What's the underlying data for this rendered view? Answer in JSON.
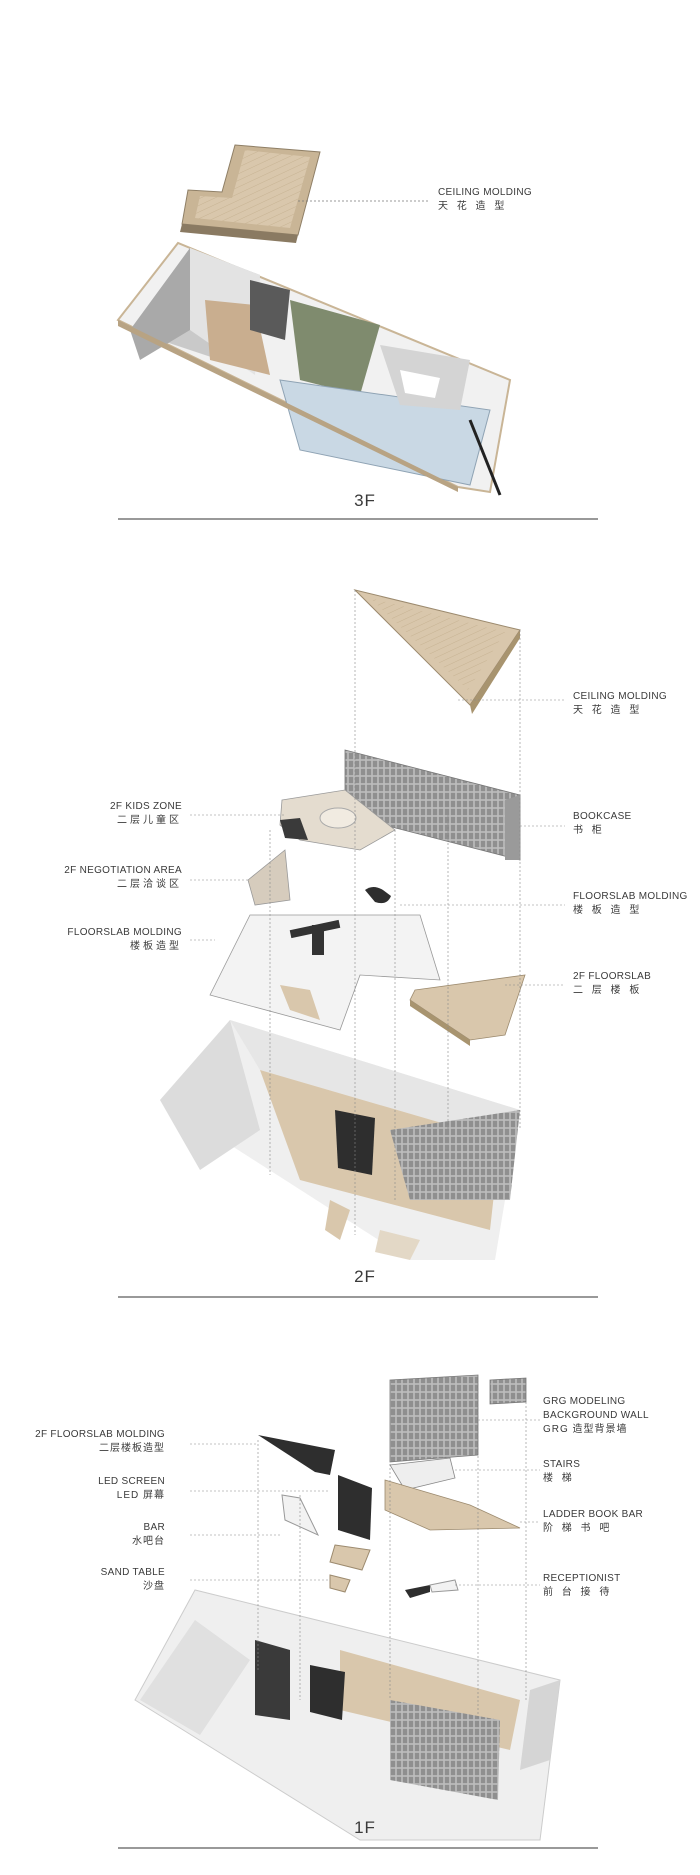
{
  "floors": {
    "f3": "3F",
    "f2": "2F",
    "f1": "1F"
  },
  "labels3f": {
    "ceiling": {
      "en": "CEILING MOLDING",
      "zh": "天 花 造 型"
    }
  },
  "labels2f": {
    "ceiling": {
      "en": "CEILING MOLDING",
      "zh": "天 花 造 型"
    },
    "bookcase": {
      "en": "BOOKCASE",
      "zh": "书 柜"
    },
    "floorslab_r": {
      "en": "FLOORSLAB MOLDING",
      "zh": "楼 板 造 型"
    },
    "floorslab2f": {
      "en": "2F FLOORSLAB",
      "zh": "二 层 楼 板"
    },
    "kids": {
      "en": "2F KIDS ZONE",
      "zh": "二层儿童区"
    },
    "negotiation": {
      "en": "2F NEGOTIATION AREA",
      "zh": "二层洽谈区"
    },
    "floorslab_l": {
      "en": "FLOORSLAB MOLDING",
      "zh": "楼板造型"
    }
  },
  "labels1f": {
    "grg": {
      "en1": "GRG MODELING",
      "en2": "BACKGROUND WALL",
      "zh": "GRG 造型背景墙"
    },
    "stairs": {
      "en": "STAIRS",
      "zh": "楼 梯"
    },
    "ladder": {
      "en": "LADDER BOOK BAR",
      "zh": "阶 梯 书 吧"
    },
    "reception": {
      "en": "RECEPTIONIST",
      "zh": "前 台 接 待"
    },
    "floorslab": {
      "en": "2F FLOORSLAB MOLDING",
      "zh": "二层楼板造型"
    },
    "led": {
      "en": "LED SCREEN",
      "zh": "LED 屏幕"
    },
    "bar": {
      "en": "BAR",
      "zh": "水吧台"
    },
    "sand": {
      "en": "SAND TABLE",
      "zh": "沙盘"
    }
  },
  "colors": {
    "beige": "#d9c7ac",
    "beige_dark": "#b8a383",
    "wall": "#d7d7d7",
    "wall_dark": "#9d9d9d",
    "dark": "#3a3a3a",
    "green": "#7f8b6e",
    "water": "#c9d8e4"
  }
}
